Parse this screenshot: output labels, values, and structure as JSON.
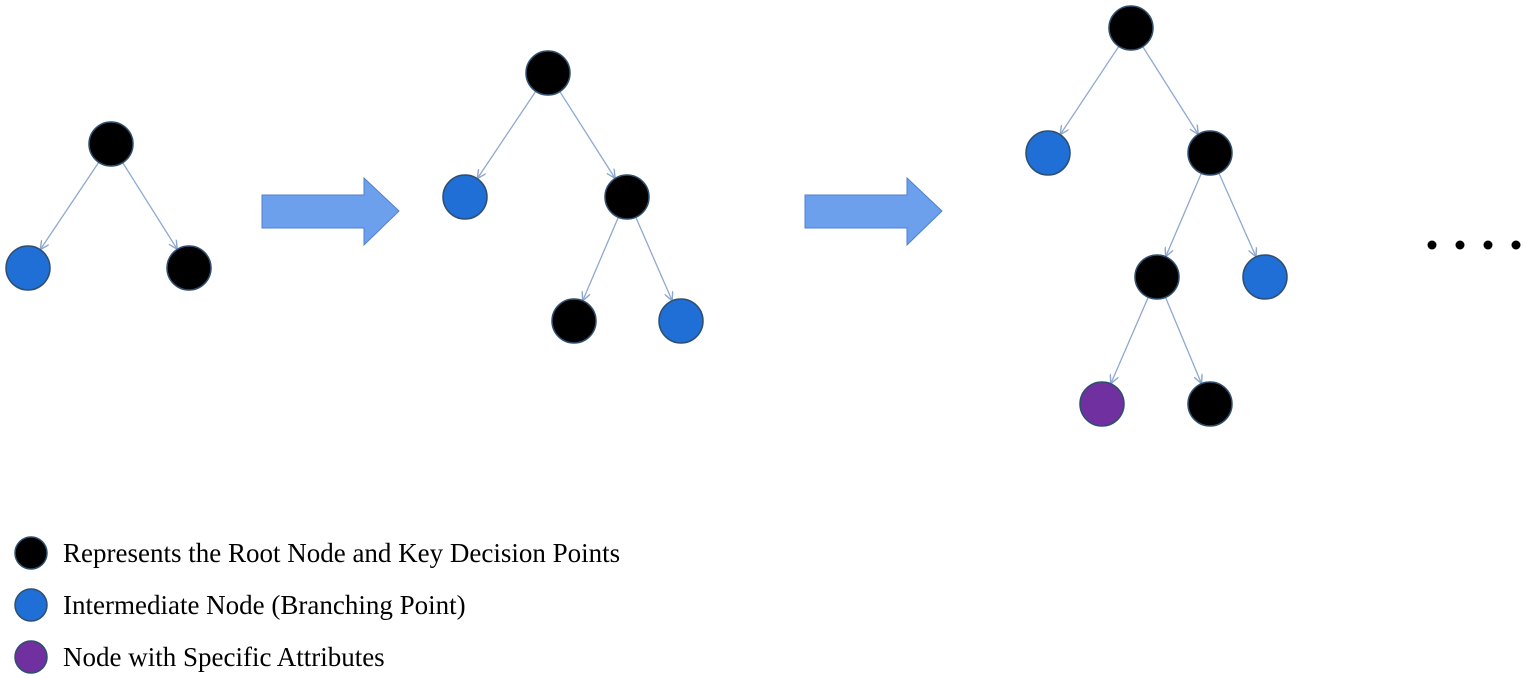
{
  "colors": {
    "decision": "#000000",
    "intermediate": "#1f6fd6",
    "specific": "#7030a0",
    "node_outline": "#2f4f6f",
    "edge": "#8ea9cf",
    "arrow_fill": "#6da0ec",
    "arrow_stroke": "#4f7fcf",
    "ellipsis": "#000000"
  },
  "trees": [
    {
      "name": "tree-stage-1",
      "nodes": [
        {
          "id": "n1",
          "kind": "decision"
        },
        {
          "id": "n2",
          "kind": "intermediate"
        },
        {
          "id": "n3",
          "kind": "decision"
        }
      ],
      "edges": [
        [
          "n1",
          "n2"
        ],
        [
          "n1",
          "n3"
        ]
      ]
    },
    {
      "name": "tree-stage-2",
      "nodes": [
        {
          "id": "n1",
          "kind": "decision"
        },
        {
          "id": "n2",
          "kind": "intermediate"
        },
        {
          "id": "n3",
          "kind": "decision"
        },
        {
          "id": "n4",
          "kind": "decision"
        },
        {
          "id": "n5",
          "kind": "intermediate"
        }
      ],
      "edges": [
        [
          "n1",
          "n2"
        ],
        [
          "n1",
          "n3"
        ],
        [
          "n3",
          "n4"
        ],
        [
          "n3",
          "n5"
        ]
      ]
    },
    {
      "name": "tree-stage-3",
      "nodes": [
        {
          "id": "n1",
          "kind": "decision"
        },
        {
          "id": "n2",
          "kind": "intermediate"
        },
        {
          "id": "n3",
          "kind": "decision"
        },
        {
          "id": "n4",
          "kind": "decision"
        },
        {
          "id": "n5",
          "kind": "intermediate"
        },
        {
          "id": "n6",
          "kind": "specific"
        },
        {
          "id": "n7",
          "kind": "decision"
        }
      ],
      "edges": [
        [
          "n1",
          "n2"
        ],
        [
          "n1",
          "n3"
        ],
        [
          "n3",
          "n4"
        ],
        [
          "n3",
          "n5"
        ],
        [
          "n4",
          "n6"
        ],
        [
          "n4",
          "n7"
        ]
      ]
    }
  ],
  "legend": [
    {
      "kind": "decision",
      "label": "Represents the Root Node and Key Decision Points"
    },
    {
      "kind": "intermediate",
      "label": "Intermediate Node (Branching Point)"
    },
    {
      "kind": "specific",
      "label": "Node with Specific Attributes"
    }
  ]
}
